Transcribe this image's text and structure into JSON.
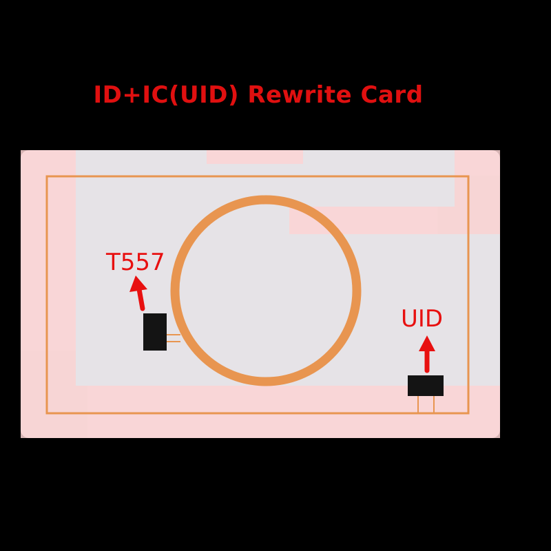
{
  "title": "ID+IC(UID) Rewrite Card",
  "chips": {
    "t557_label": "T557",
    "uid_label": "UID"
  },
  "colors": {
    "background": "#000000",
    "card": "#e6e3e7",
    "card_tint": "#fbd3d3",
    "antenna": "#e89550",
    "chip": "#141414",
    "annotation": "#e81010"
  }
}
